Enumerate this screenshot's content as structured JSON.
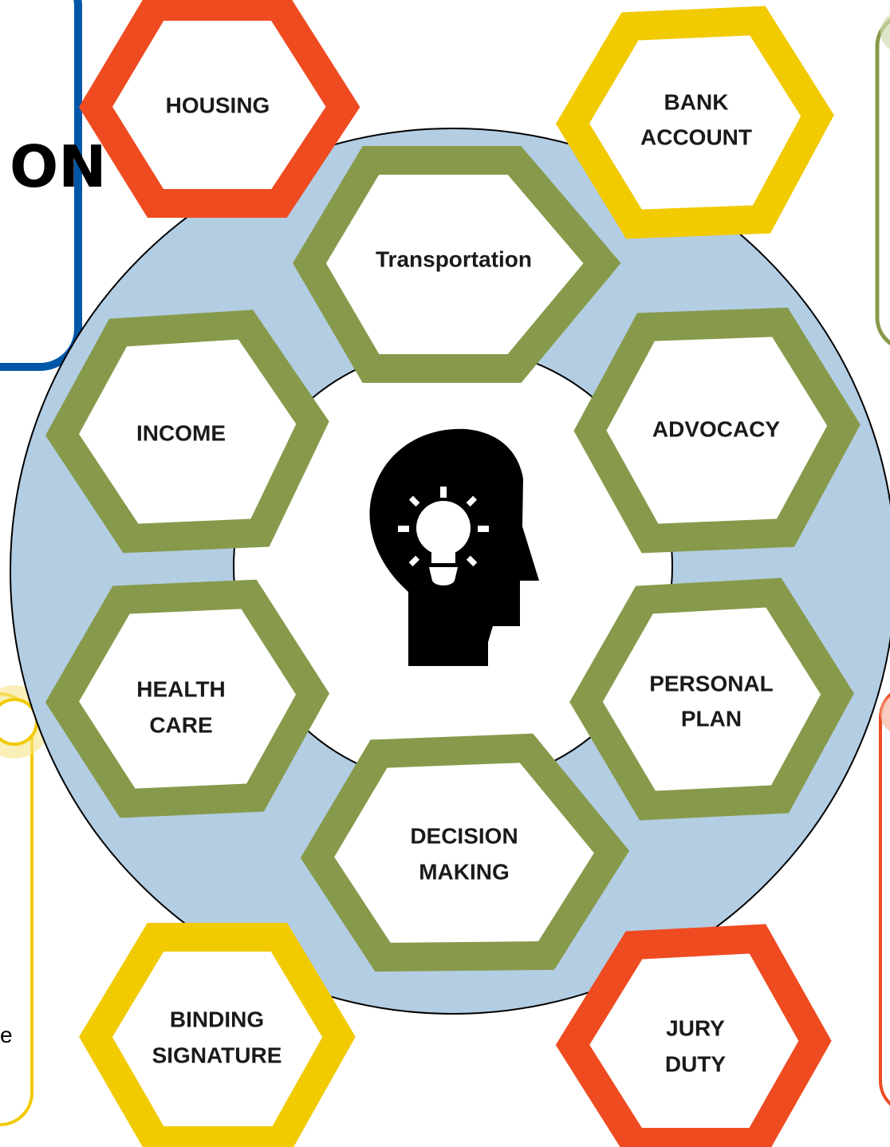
{
  "colors": {
    "ring_fill": "#b3cde3",
    "green": "#879a4b",
    "red": "#ee4b21",
    "yellow": "#f1ca00",
    "blue": "#0057a8",
    "icon": "#000000"
  },
  "hexagons": {
    "housing": "HOUSING",
    "bank": [
      "BANK",
      "ACCOUNT"
    ],
    "transportation": "Transportation",
    "income": "INCOME",
    "advocacy": "ADVOCACY",
    "health": [
      "HEALTH",
      "CARE"
    ],
    "personal_plan": [
      "PERSONAL",
      "PLAN"
    ],
    "decision": [
      "DECISION",
      "MAKING"
    ],
    "binding": [
      "BINDING",
      "SIGNATURE"
    ],
    "jury": [
      "JURY",
      "DUTY"
    ]
  },
  "side_panels": {
    "left_top_fragment": "ON",
    "left_bottom_fragment": "e"
  },
  "center": {
    "icon": "head-lightbulb-icon"
  }
}
